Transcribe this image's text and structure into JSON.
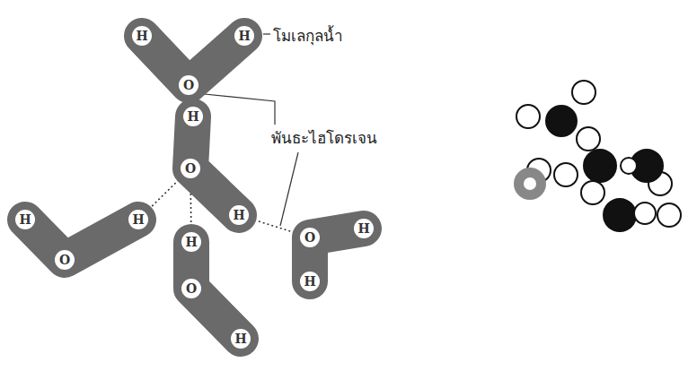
{
  "diagram": {
    "nodes": [
      {
        "text": [
          "H",
          "H",
          "O"
        ]
      },
      {
        "text": [
          "H",
          "O",
          "H"
        ]
      },
      {
        "text": [
          "H",
          "O",
          "H"
        ]
      },
      {
        "text": [
          "H",
          "O",
          "H"
        ]
      },
      {
        "text": [
          "O",
          "H",
          "H"
        ]
      }
    ],
    "edges": [
      {
        "from": 0,
        "to": 1,
        "arrow": "none"
      },
      {
        "from": 1,
        "to": 2,
        "arrow": "none"
      },
      {
        "from": 1,
        "to": 3,
        "arrow": "none"
      },
      {
        "from": 1,
        "to": 4,
        "arrow": "none"
      }
    ],
    "labels": [
      "โมเลกุลน้ำ",
      "พันธะไฮโดรเจน"
    ]
  }
}
